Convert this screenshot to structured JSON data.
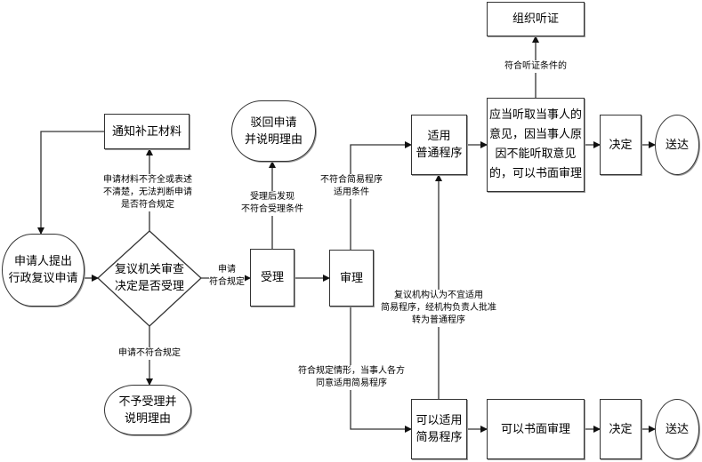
{
  "nodes": {
    "apply": "申请人提出\n行政复议申请",
    "decide_accept": "复议机关审查\n决定是否受理",
    "notify_supplement": "通知补正材料",
    "reject_no_accept": "不予受理并\n说明理由",
    "accept": "受理",
    "dismiss": "驳回申请\n并说明理由",
    "review": "审理",
    "general_procedure": "适用\n普通程序",
    "hearing_opinion": "应当听取当事人的\n意见，因当事人原\n因不能听取意见\n的，可以书面审理",
    "organize_hearing": "组织听证",
    "decision_top": "决定",
    "deliver_top": "送达",
    "simple_procedure": "可以适用\n简易程序",
    "written_review": "可以书面审理",
    "decision_bottom": "决定",
    "deliver_bottom": "送达"
  },
  "labels": {
    "incomplete": "申请材料不齐全或表述\n不清楚，无法判断申请\n是否符合规定",
    "compliant": "申请\n符合规定",
    "noncompliant": "申请不符合规定",
    "found_after_accept": "受理后发现\n不符合受理条件",
    "not_simple": "不符合简易程序\n适用条件",
    "hearing_condition": "符合听证条件的",
    "convert": "复议机构认为不宜适用\n简易程序，经机构负责人批准\n转为普通程序",
    "agree_simple": "符合规定情形，当事人各方\n同意适用简易程序"
  },
  "colors": {
    "line": "#333333",
    "border": "#333333"
  }
}
